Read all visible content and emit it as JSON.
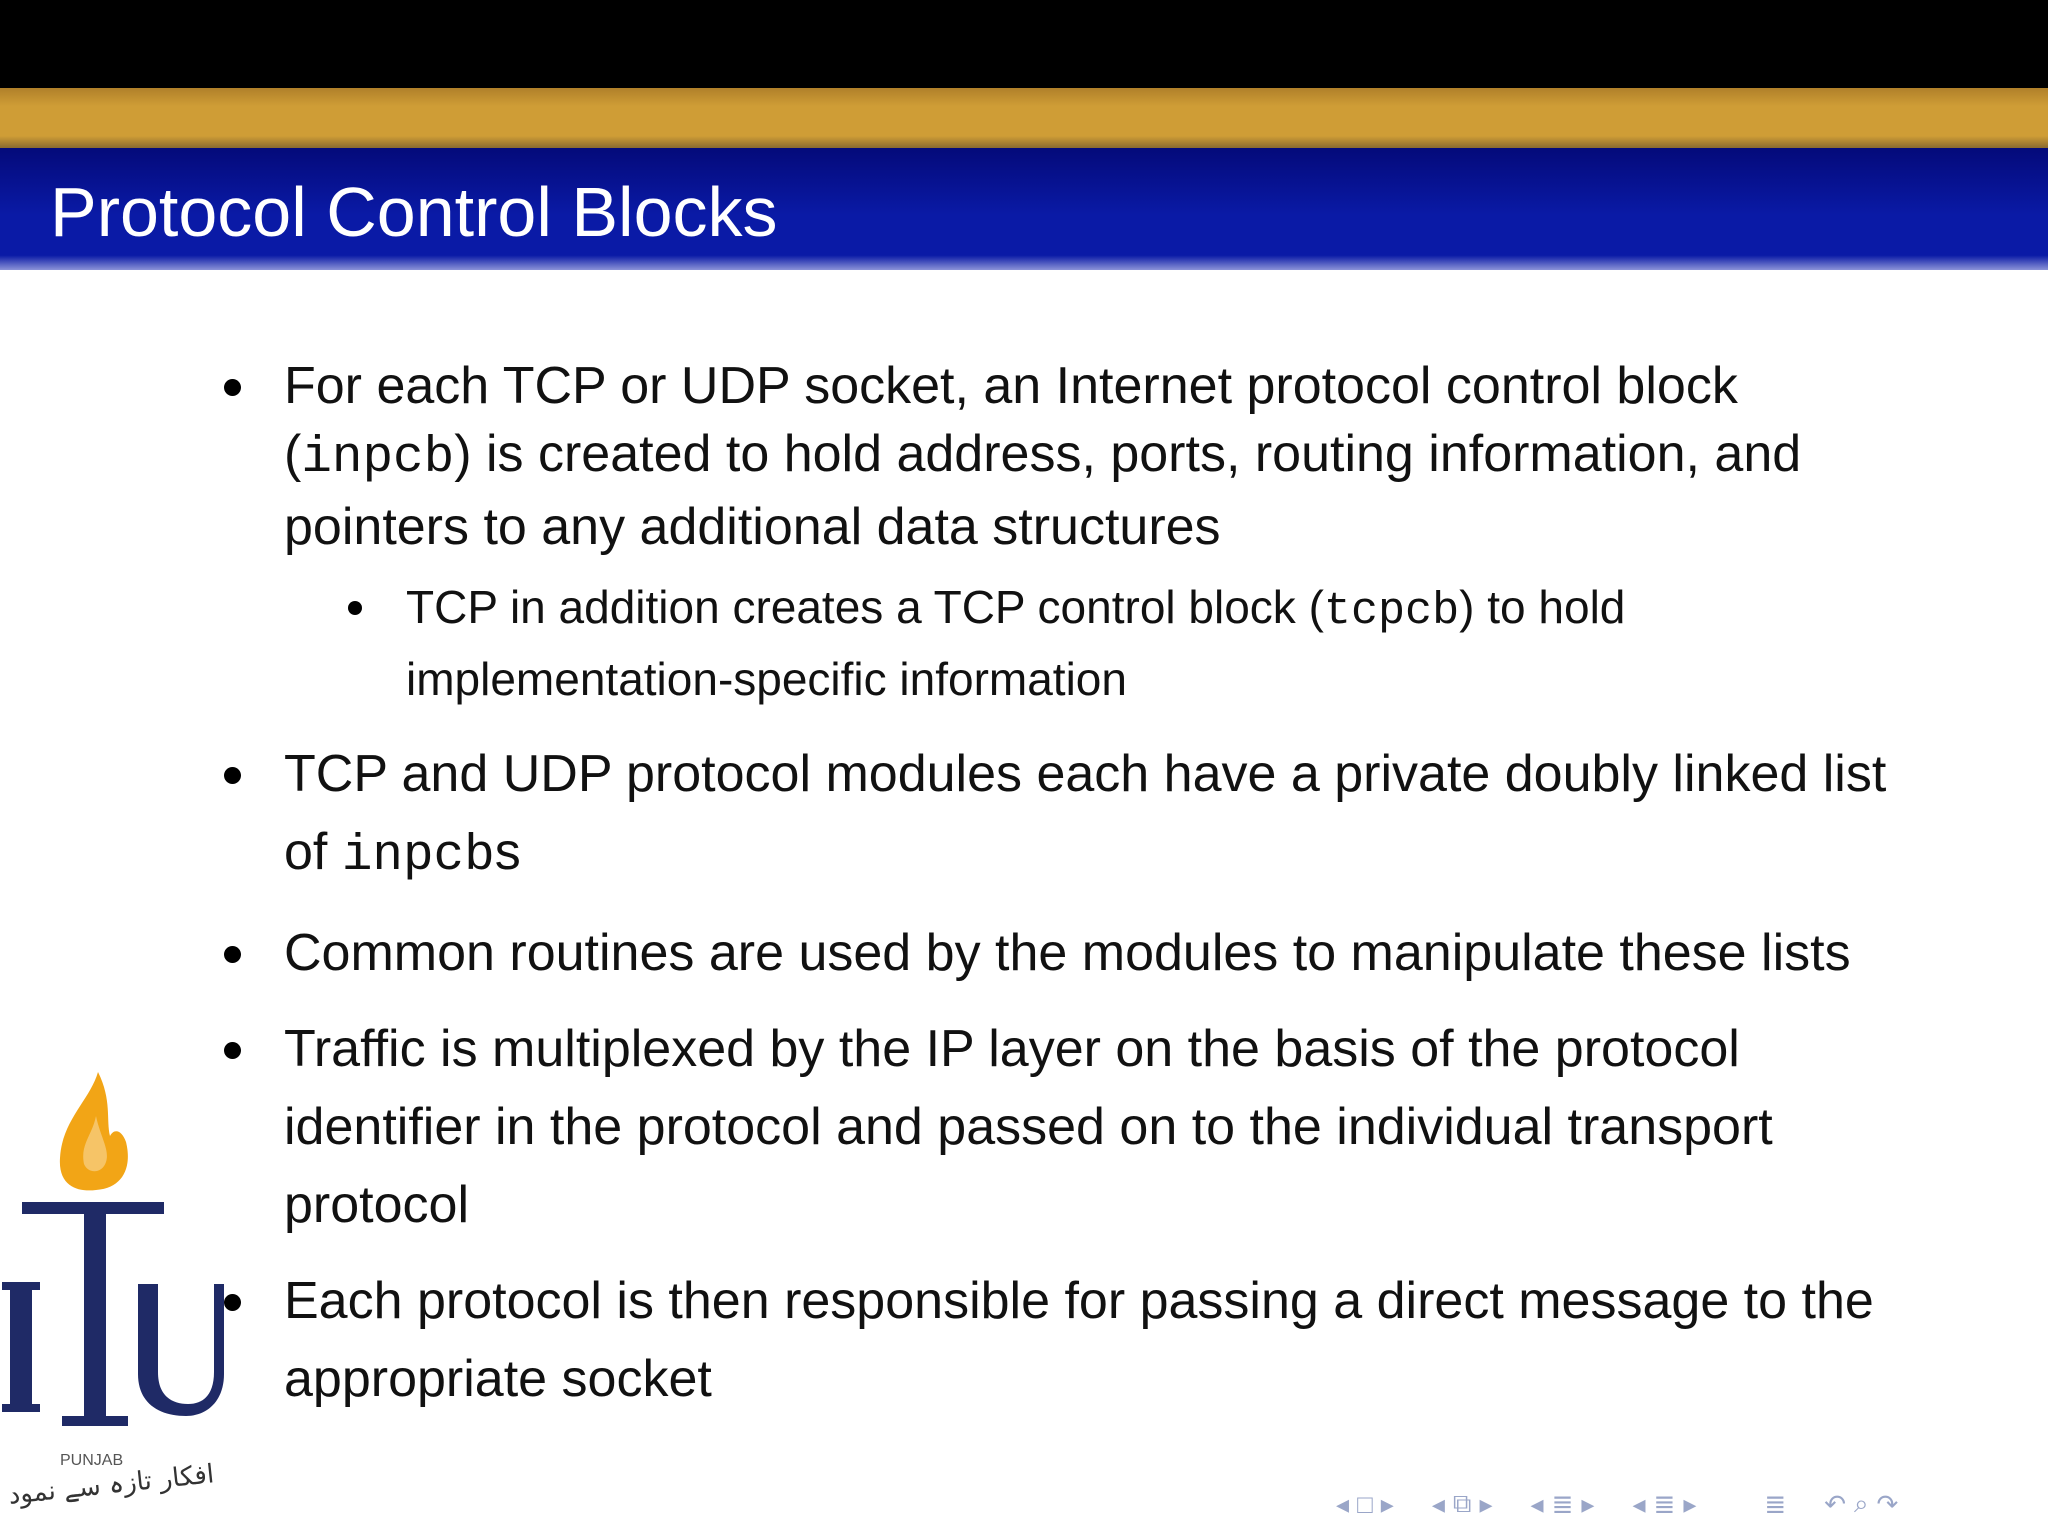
{
  "slide": {
    "title": "Protocol Control Blocks",
    "bullets": {
      "b1": {
        "text_a": "For each TCP or UDP socket, an Internet protocol control block (",
        "code": "inpcb",
        "text_b": ") is created to hold address, ports, routing information, and pointers to any additional data structures"
      },
      "b1_sub": {
        "text_a": "TCP in addition creates a TCP control block (",
        "code": "tcpcb",
        "text_b": ") to hold implementation-specific information"
      },
      "b2": {
        "text_a": "TCP and UDP protocol modules each have a private doubly linked list of ",
        "code": "inpcb",
        "text_b": "s"
      },
      "b3": {
        "text": "Common routines are used by the modules to manipulate these lists"
      },
      "b4": {
        "text": "Traffic is multiplexed by the IP layer on the basis of the protocol identifier in the protocol and passed on to the individual transport protocol"
      },
      "b5": {
        "text": "Each protocol is then responsible for passing a direct message to the appropriate socket"
      }
    }
  },
  "logo": {
    "caption": "PUNJAB",
    "script": "افکار تازہ سے نمود"
  },
  "colors": {
    "top_bar": "#000000",
    "gold_bar": "#cf9d36",
    "title_bar": "#0a1aa6",
    "logo_navy": "#1f2a66",
    "logo_flame": "#f2a516"
  },
  "nav_icons": [
    "arrow-left-icon",
    "frame-icon",
    "arrow-right-icon",
    "subsection-icon",
    "section-icon",
    "search-icon",
    "back-icon"
  ]
}
